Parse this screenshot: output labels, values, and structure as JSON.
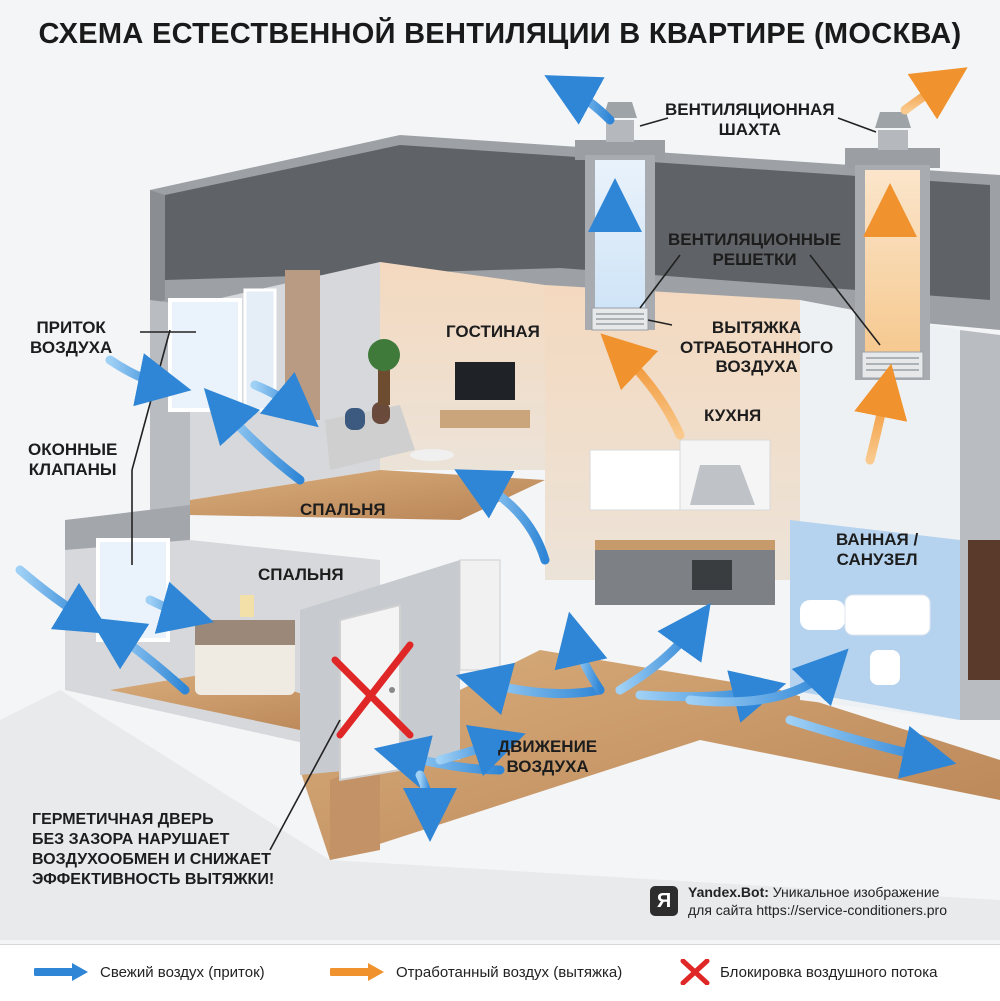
{
  "title": "СХЕМА ЕСТЕСТВЕННОЙ ВЕНТИЛЯЦИИ В КВАРТИРЕ (МОСКВА)",
  "labels": {
    "shaft": [
      "ВЕНТИЛЯЦИОННАЯ",
      "ШАХТА"
    ],
    "grilles": [
      "ВЕНТИЛЯЦИОННЫЕ",
      "РЕШЕТКИ"
    ],
    "exhaust": [
      "ВЫТЯЖКА",
      "ОТРАБОТАННОГО",
      "ВОЗДУХА"
    ],
    "inflow": [
      "ПРИТОК",
      "ВОЗДУХА"
    ],
    "window_valves": [
      "ОКОННЫЕ",
      "КЛАПАНЫ"
    ],
    "living_room": "ГОСТИНАЯ",
    "kitchen": "КУХНЯ",
    "bedroom_upper": "СПАЛЬНЯ",
    "bedroom_lower": "СПАЛЬНЯ",
    "bathroom": [
      "ВАННАЯ /",
      "САНУЗЕЛ"
    ],
    "air_movement": [
      "ДВИЖЕНИЕ",
      "ВОЗДУХА"
    ],
    "warning": [
      "ГЕРМЕТИЧНАЯ ДВЕРЬ",
      "БЕЗ ЗАЗОРА НАРУШАЕТ",
      "ВОЗДУХООБМЕН И СНИЖАЕТ",
      "ЭФФЕКТИВНОСТЬ ВЫТЯЖКИ!"
    ]
  },
  "credit": {
    "logo_letter": "Я",
    "brand": "Yandex.Bot:",
    "line1": " Уникальное изображение",
    "line2": "для сайта https://service-conditioners.pro"
  },
  "legend": [
    {
      "label": "Свежий воздух (приток)",
      "color": "#2f86d6",
      "icon": "blue-arrow"
    },
    {
      "label": "Отработанный воздух (вытяжка)",
      "color": "#f0922e",
      "icon": "orange-arrow"
    },
    {
      "label": "Блокировка воздушного потока",
      "color": "#e02727",
      "icon": "red-cross"
    }
  ],
  "colors": {
    "fresh_air": "#2f86d6",
    "exhaust_air": "#f0922e",
    "block": "#e02727",
    "wall": "#b9bcc1",
    "floor": "#c99a68",
    "roof": "#5f6266"
  }
}
